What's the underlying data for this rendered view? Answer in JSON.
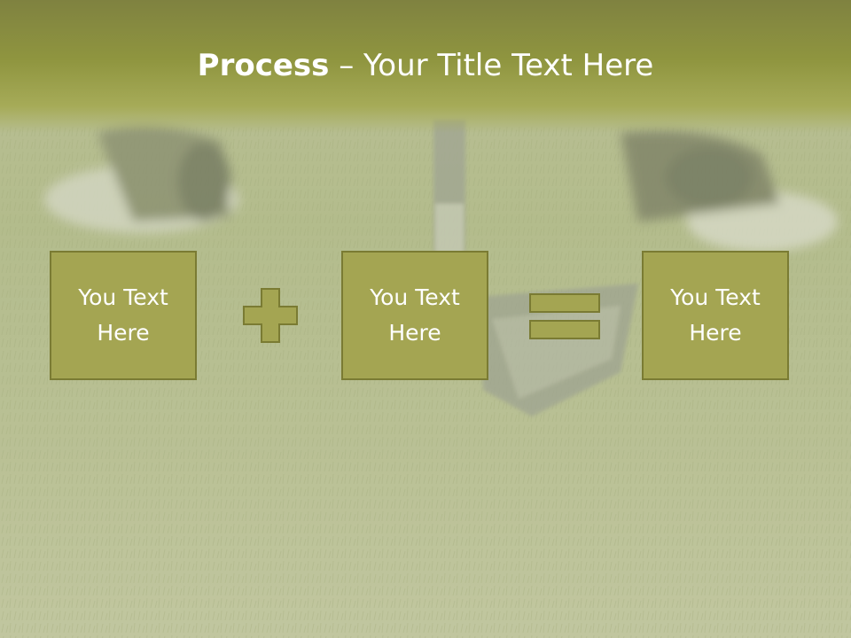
{
  "slide": {
    "title_bold": "Process",
    "title_separator": " – ",
    "title_rest": "Your Title Text Here",
    "boxes": [
      {
        "line1": "You Text",
        "line2": "Here"
      },
      {
        "line1": "You Text",
        "line2": "Here"
      },
      {
        "line1": "You Text",
        "line2": "Here"
      }
    ],
    "operators": [
      "plus-icon",
      "equals-icon"
    ]
  },
  "colors": {
    "title_band": "#8f953f",
    "box_fill": "#a4a552",
    "box_border": "#7a7b33",
    "text": "#ffffff"
  }
}
